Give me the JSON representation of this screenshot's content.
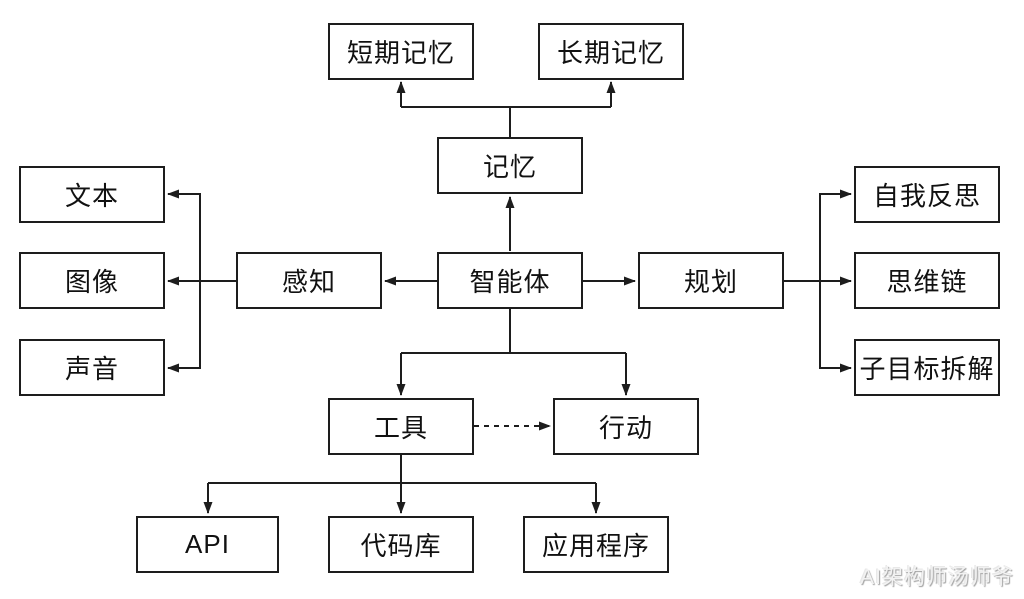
{
  "diagram": {
    "type": "flowchart",
    "nodes": {
      "agent": {
        "label": "智能体"
      },
      "memory": {
        "label": "记忆"
      },
      "short_term_memory": {
        "label": "短期记忆"
      },
      "long_term_memory": {
        "label": "长期记忆"
      },
      "perception": {
        "label": "感知"
      },
      "text": {
        "label": "文本"
      },
      "image": {
        "label": "图像"
      },
      "sound": {
        "label": "声音"
      },
      "planning": {
        "label": "规划"
      },
      "self_reflection": {
        "label": "自我反思"
      },
      "chain_of_thought": {
        "label": "思维链"
      },
      "subgoal_decomposition": {
        "label": "子目标拆解"
      },
      "tools": {
        "label": "工具"
      },
      "action": {
        "label": "行动"
      },
      "api": {
        "label": "API"
      },
      "code_library": {
        "label": "代码库"
      },
      "applications": {
        "label": "应用程序"
      }
    },
    "edges": [
      {
        "from": "memory",
        "to": "short_term_memory",
        "style": "solid"
      },
      {
        "from": "memory",
        "to": "long_term_memory",
        "style": "solid"
      },
      {
        "from": "agent",
        "to": "memory",
        "style": "solid"
      },
      {
        "from": "agent",
        "to": "perception",
        "style": "solid"
      },
      {
        "from": "perception",
        "to": "text",
        "style": "solid"
      },
      {
        "from": "perception",
        "to": "image",
        "style": "solid"
      },
      {
        "from": "perception",
        "to": "sound",
        "style": "solid"
      },
      {
        "from": "agent",
        "to": "planning",
        "style": "solid"
      },
      {
        "from": "planning",
        "to": "self_reflection",
        "style": "solid"
      },
      {
        "from": "planning",
        "to": "chain_of_thought",
        "style": "solid"
      },
      {
        "from": "planning",
        "to": "subgoal_decomposition",
        "style": "solid"
      },
      {
        "from": "agent",
        "to": "tools",
        "style": "solid"
      },
      {
        "from": "agent",
        "to": "action",
        "style": "solid"
      },
      {
        "from": "tools",
        "to": "action",
        "style": "dashed"
      },
      {
        "from": "tools",
        "to": "api",
        "style": "solid"
      },
      {
        "from": "tools",
        "to": "code_library",
        "style": "solid"
      },
      {
        "from": "tools",
        "to": "applications",
        "style": "solid"
      }
    ],
    "watermark": "AI架构师汤师爷",
    "colors": {
      "background": "#ffffff",
      "line": "#1d1d1d",
      "box_border": "#1d1d1d",
      "box_fill": "#ffffff",
      "text": "#111111",
      "watermark": "#f2f2f2"
    }
  }
}
